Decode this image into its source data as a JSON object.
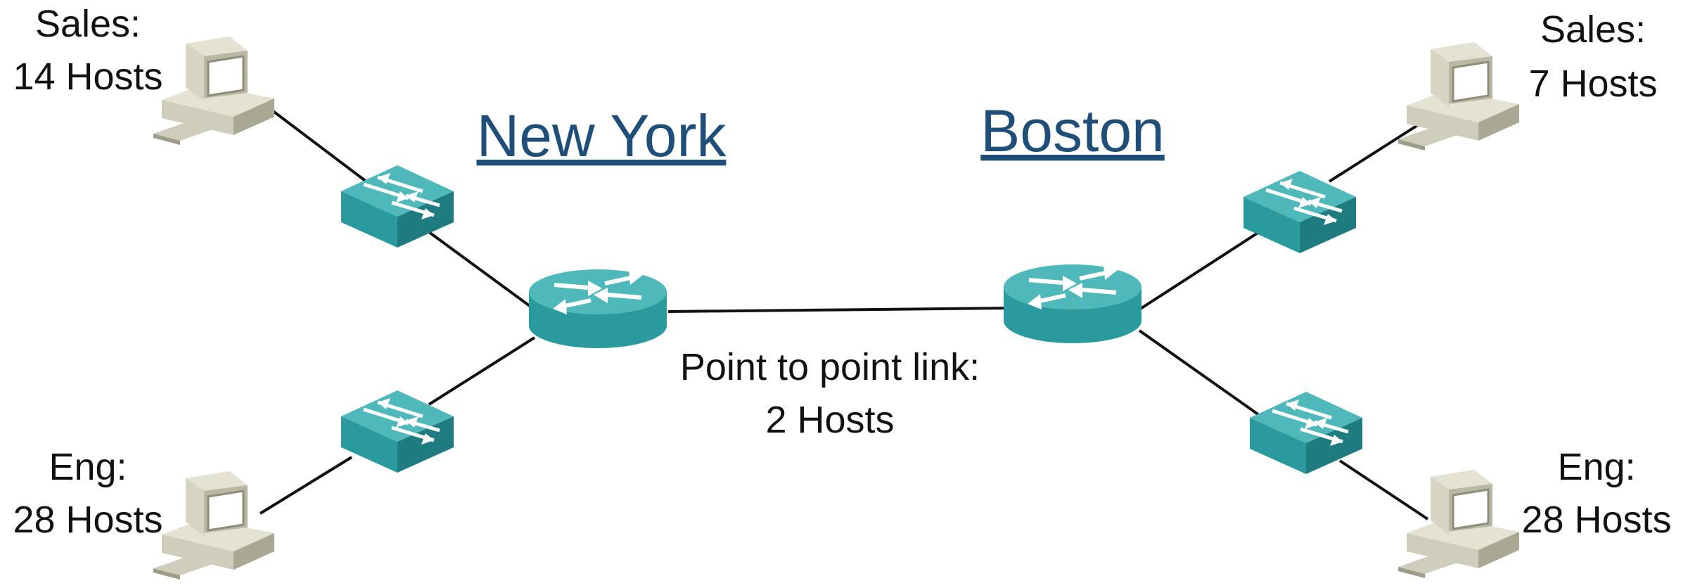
{
  "colors": {
    "site_title": "#1F4E79",
    "device_teal": "#2A9A9E",
    "device_teal_top": "#4FB8BA",
    "device_teal_side": "#1E7B80",
    "pc_body": "#D6D5C3",
    "line": "#111111"
  },
  "sites": {
    "new_york": {
      "title": "New York"
    },
    "boston": {
      "title": "Boston"
    }
  },
  "lans": {
    "ny_sales": {
      "line1": "Sales:",
      "line2": "14 Hosts"
    },
    "ny_eng": {
      "line1": "Eng:",
      "line2": "28 Hosts"
    },
    "bos_sales": {
      "line1": "Sales:",
      "line2": "7 Hosts"
    },
    "bos_eng": {
      "line1": "Eng:",
      "line2": "28 Hosts"
    }
  },
  "wan": {
    "line1": "Point to point link:",
    "line2": "2 Hosts"
  },
  "icons": {
    "router": "router-icon",
    "switch": "switch-icon",
    "pc": "desktop-computer-icon"
  }
}
